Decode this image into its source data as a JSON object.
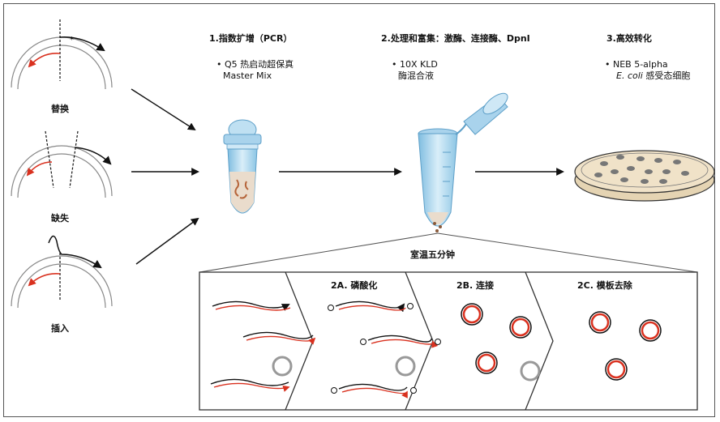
{
  "left_labels": {
    "substitution": "替换",
    "deletion": "缺失",
    "insertion": "插入"
  },
  "steps": {
    "step1": {
      "title": "1.指数扩增（PCR）",
      "bullet1": "• Q5 热启动超保真",
      "bullet2": "Master Mix"
    },
    "step2": {
      "title": "2.处理和富集：激酶、连接酶、DpnI",
      "bullet1": "• 10X KLD",
      "bullet2": "酶混合液"
    },
    "step3": {
      "title": "3.高效转化",
      "bullet1": "• NEB 5-alpha",
      "bullet2_italic": "E. coli",
      "bullet2_rest": " 感受态细胞"
    }
  },
  "incubation_label": "室温五分钟",
  "sub_steps": {
    "a": "2A. 磷酸化",
    "b": "2B. 连接",
    "c": "2C. 模板去除"
  },
  "colors": {
    "red_strand": "#d9311f",
    "black_strand": "#111111",
    "tube_blue": "#a9d3ec",
    "plate_fill": "#f0e2c8",
    "colony": "#666666"
  }
}
